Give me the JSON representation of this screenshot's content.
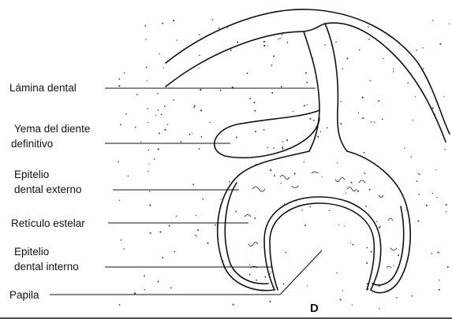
{
  "figure": {
    "panel_letter": "D",
    "labels": {
      "lamina_dental": "Lámina dental",
      "yema_line1": "Yema del diente",
      "yema_line2": "definitivo",
      "epitelio_externo_line1": "Epitelio",
      "epitelio_externo_line2": "dental externo",
      "reticulo_estelar": "Retículo estelar",
      "epitelio_interno_line1": "Epitelio",
      "epitelio_interno_line2": "dental interno",
      "papila": "Papila"
    }
  }
}
